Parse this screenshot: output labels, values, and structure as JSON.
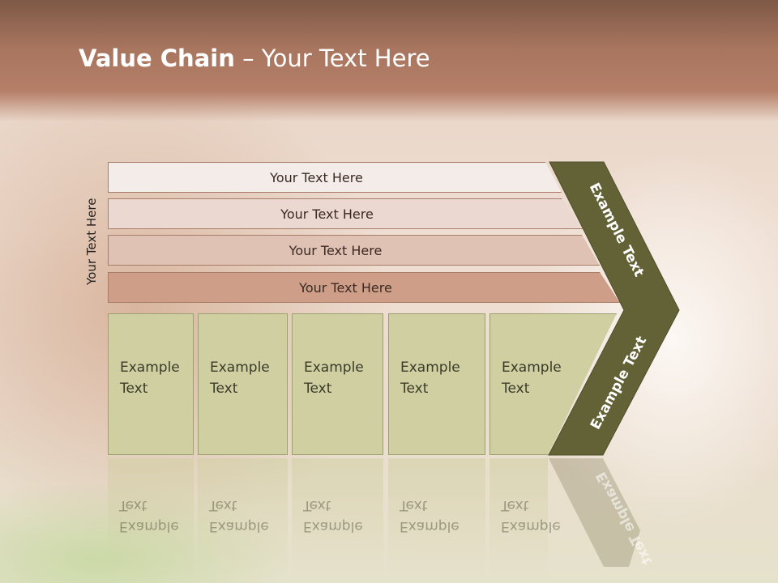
{
  "title": {
    "bold": "Value Chain",
    "rest": " – Your Text Here"
  },
  "side_label": "Your Text Here",
  "bars": [
    "Your Text Here",
    "Your Text Here",
    "Your Text Here",
    "Your Text Here"
  ],
  "boxes": [
    {
      "line1": "Example",
      "line2": "Text"
    },
    {
      "line1": "Example",
      "line2": "Text"
    },
    {
      "line1": "Example",
      "line2": "Text"
    },
    {
      "line1": "Example",
      "line2": "Text"
    },
    {
      "line1": "Example",
      "line2": "Text"
    }
  ],
  "chevron": {
    "upper_label": "Example Text",
    "lower_label": "Example Text"
  },
  "colors": {
    "bar_fills": [
      "#f4ece8",
      "#ebd9d1",
      "#dfc2b4",
      "#cf9e88"
    ],
    "box_fill": "#cfcfa1",
    "chevron_fill": "#636136"
  }
}
